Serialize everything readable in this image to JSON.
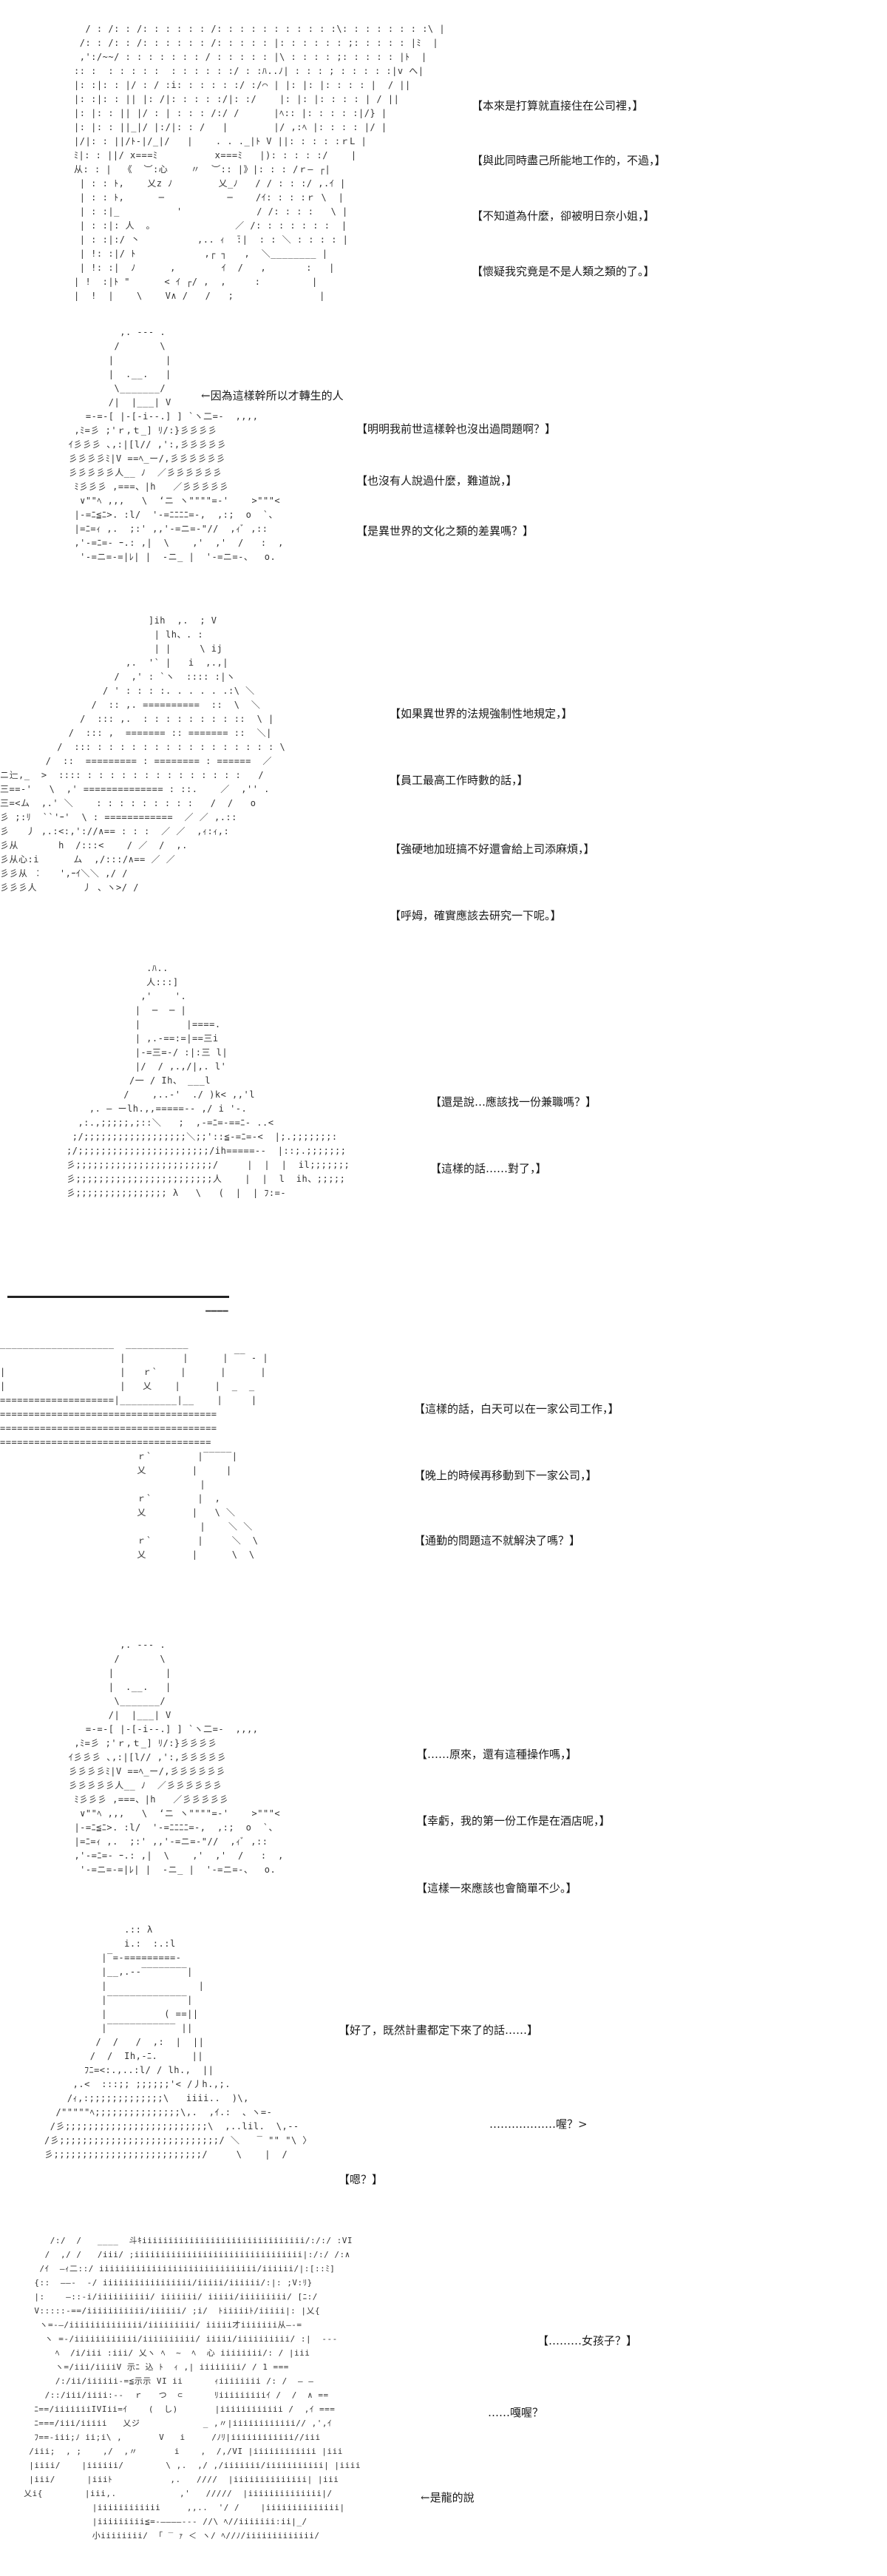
{
  "panels": [
    {
      "art": [
        "  / : /: : /: : : : : : /: : : : : : : : : : :\\: : : : : : : :\\ |",
        " /: : /: : /: : : : : : /: : : : : |: : : : : : ;: : : : : |ﾐ  |",
        " ,':/~~/ : : : : : : : / : : : : : |\\ : : : : ;: : : : : |ﾄ  |",
        ":: :  : : : : :  : : : : : :/ : :ﾊ..ﾉ| : : : ; : : : : :|v へ|",
        "|: :|: : |/ : / :i: : : : : :/ :/⌒ | |: |: |: : : : |  / ||",
        "|: :|: : || |: /|: : : : :/|: :/    |: |: |: : : : | / ||",
        "|: |: : || |/ : | : : : /:/ /      |ﾍ:: |: : : : :|/} |",
        "|: |: : ||_|/ |:/|: : /   |        |/ ,:ﾍ |: : : : |/ |",
        "|/|: : ||/ﾄ-|/_|/   |    . . ._|ﾄ V ||: : : : :ｒL |",
        "ﾐ|: : ||/ x===ﾐ          x===ﾐ   |): : : : :/    |",
        "从: : |  《  ︶:心    〃  ︶:: |》|: : : /ｒ― ┌|",
        " | : : ﾄ,    乂z ﾉ        乂_ﾉ   / / : : :/ ,.ｲ |",
        " | : : ﾄ,      ─           ─    /ｲ: : : :ｒ \\  |",
        " | : :|_          '             / /: : : :   \\ |",
        " | : :|: 人  。              ／ /: : : : : : :  |",
        " | : :|:/ 丶          ,.. ｨ  ̄:|  : : ＼ : : : : |",
        " | !: :|/ ﾄ            ,┌ ┐   ,  ＼________ |",
        " | !: :|  ﾉ      ,        ｲ  /   ,       :   |",
        "| !  :|ﾄ \"      < ｲ ┌/ ,  ,     :         |",
        "|  !  |    \\    V∧ /   /   ;               |"
      ],
      "lines": [
        "【本來是打算就直接住在公司裡，】",
        "【與此同時盡己所能地工作的，不過，】",
        "【不知道為什麼，卻被明日奈小姐，】",
        "【懷疑我究竟是不是人類之類的了。】"
      ]
    },
    {
      "art": [
        "          ,. -‐- .",
        "         /       \\",
        "        |         |",
        "        |  .__.   |",
        "         \\_______/",
        "        /|  |___| V",
        "    =-=-[ |-[-i--.] ] `ヽ二=-  ,,,,",
        "  ,ﾐ=彡 ;'ｒ,ｔ_] ﾘ/:}彡彡彡彡",
        " ｲ彡彡彡 ､,:|[l// ,':,彡彡彡彡彡",
        " 彡彡彡彡ﾐ|V ==ﾍ_ー/,彡彡彡彡彡彡",
        " 彡彡彡彡彡人__ ﾉ  ／彡彡彡彡彡彡",
        "  ﾐ彡彡彡 ,===、|h   ／彡彡彡彡彡",
        "   ∨\"\"ﾍ ,,,   \\  ‘ニ ヽ\"\"\"\"=-'    >\"\"\"<",
        "  |-=ﾆ≦ﾆ>. :l/  '-=ﾆﾆﾆﾆ=-,  ,:;  o  `、",
        "  |=ﾆ=ｨ ,.  ;:' ,,'-=ニ=-\"//  ,ｨﾞ ,::",
        "  ,'-=ﾆ=- ｰ.: ,|  \\    ,'  ,'  /   :  ,",
        "   '-=ニ=-=|ﾚ| |  -ニ_ |  '-=ニ=-、  o."
      ],
      "note": "←因為這樣幹所以才轉生的人",
      "lines": [
        "【明明我前世這樣幹也沒出過問題啊？】",
        "【也沒有人說過什麼，難道說，】",
        "【是異世界的文化之類的差異嗎？】"
      ]
    },
    {
      "art": [
        "                          ]ih  ,.  ; V",
        "                           | lh、. :",
        "                           | |     \\ ij",
        "                      ,.  '` |   i  ,.,|",
        "                    /  ,' : `ヽ  :::: :|ヽ",
        "                  / ' : : : :. . . . . .:\\ ＼",
        "                /  :: ,. ==========  ::  \\  ＼",
        "              /  ::: ,.  : : : : : : : : ::  \\ |",
        "            /  ::: ,  ======= :: ======= ::  ＼|",
        "          /  ::: : : : : : : : : : : : : : : : : \\",
        "        /  ::  ========= : ======== : ======  ／",
        "ニ辷,_  >  :::: : : : : : : : : : : : : : :   /",
        "三==-'   \\  ,' ============== : ::.    ／  ,'' .",
        "三=<ム  ,.' ＼    : : : : : : : : :   /  /   o",
        "彡 ;:ﾘ  ``'ｰ'  \\ : ============  ／ ／ ,.::",
        "彡   丿 ,.:<:,'://∧== : : :  ／ ／  ,ｨ:ｨ,:",
        "彡从       h  /:::<    / ／  /  ,.",
        "彡从心:i      ム  ,/:::/∧== ／ ／",
        "彡彡从 ︰   ',ｰｲ＼＼ ,/ /",
        "彡彡彡人        丿 、ヽ>/ /"
      ],
      "lines": [
        "【如果異世界的法規強制性地規定，】",
        "【員工最高工作時數的話，】",
        "【強硬地加班搞不好還會給上司添麻煩，】",
        "【呼姆，確實應該去研究一下呢。】"
      ]
    },
    {
      "art": [
        "              .ﾊ..",
        "              人:::]",
        "             ,'    '.",
        "            |  ─  ─ |",
        "            |        |====.",
        "            | ,.-==:=|==三i",
        "            |-=三=-/ :|:三 l|",
        "            |/  / ,.,/|,. l'",
        "           /一 / Ih、 ___l",
        "          /    ,..-'  ./ )k< ,,'l",
        "    ,. ― ーlh.,,=====-- ,/ i '-.",
        "  ,:.,;;;;;,;::＼   ;  ,-=ﾆ=-==ﾆ‐ ..<",
        " ;/;;;;;;;;;;;;;;;;;;＼;;'::≦-=ﾆ=-<  |;.;;;;;;;:",
        ";/;;;;;;;;;;;;;;;;;;;;;;;/ih=====--  |::;.;;;;;;;",
        "彡;;;;;;;;;;;;;;;;;;;;;;;;/     |  |  |  il;;;;;;;",
        "彡;;;;;;;;;;;;;;;;;;;;;;;;人    |  |  l  ih、;;;;;",
        "彡;;;;;;;;;;;;;;;; λ   \\   (  |  | ﾌ:=-"
      ],
      "lines": [
        "【還是說…應該找一份兼職嗎？】",
        "【這樣的話……對了，】"
      ]
    },
    {
      "art": [
        "                                    ▔▔▔▔",
        "",
        "____________________  ___________",
        "                     |          |      | ‾‾ - |",
        "|                    |   ｒ`    |      |      |",
        "|                    |   乂    |      |  _  _",
        "====================|__________|__    |     |",
        "======================================",
        "======================================",
        "=====================================",
        "                        ｒ`        |‾‾‾‾‾|",
        "                        乂        |     |",
        "                                   |",
        "                        ｒ`        |  ,",
        "                        乂        |   \\ ＼",
        "                                   |    ＼ ＼",
        "                        ｒ`        |     ＼  \\",
        "                        乂        |      \\  \\"
      ],
      "lines": [
        "【這樣的話，白天可以在一家公司工作，】",
        "【晚上的時候再移動到下一家公司，】",
        "【通勤的問題這不就解決了嗎？】"
      ]
    },
    {
      "art": [
        "          ,. -‐- .",
        "         /       \\",
        "        |         |",
        "        |  .__.   |",
        "         \\_______/",
        "        /|  |___| V",
        "    =-=-[ |-[-i--.] ] `ヽ二=-  ,,,,",
        "  ,ﾐ=彡 ;'ｒ,ｔ_] ﾘ/:}彡彡彡彡",
        " ｲ彡彡彡 ､,:|[l// ,':,彡彡彡彡彡",
        " 彡彡彡彡ﾐ|V ==ﾍ_ー/,彡彡彡彡彡彡",
        " 彡彡彡彡彡人__ ﾉ  ／彡彡彡彡彡彡",
        "  ﾐ彡彡彡 ,===、|h   ／彡彡彡彡彡",
        "   ∨\"\"ﾍ ,,,   \\  ‘ニ ヽ\"\"\"\"=-'    >\"\"\"<",
        "  |-=ﾆ≦ﾆ>. :l/  '-=ﾆﾆﾆﾆ=-,  ,:;  o  `、",
        "  |=ﾆ=ｨ ,.  ;:' ,,'-=ニ=-\"//  ,ｨﾞ ,::",
        "  ,'-=ﾆ=- ｰ.: ,|  \\    ,'  ,'  /   :  ,",
        "   '-=ニ=-=|ﾚ| |  -ニ_ |  '-=ニ=-、  o."
      ],
      "lines": [
        "【……原來，還有這種操作嗎，】",
        "【幸虧，我的第一份工作是在酒店呢，】",
        "【這樣一來應該也會簡單不少。】"
      ]
    },
    {
      "art": [
        "              .:: λ",
        "              i.:  :.:l",
        "          |‾=-=========-",
        "          |__,.--‾‾‾‾‾‾‾‾|",
        "          |                |",
        "          |‾‾‾‾‾‾‾‾‾‾‾‾‾‾|",
        "          |          ( ==||",
        "          |‾‾‾‾‾‾‾‾‾‾‾‾ ||",
        "         /  /   /  ,:  |  ||",
        "        /  /  Ih,-ﾆ.      ||",
        "       ﾌﾆ=<:.,..:l/ / lh.,  ||",
        "     ,.<  :::;; ;;;;;;'< /丿h.,;.",
        "    /ｨ,:;;;;;;;;;;;;;\\   iiii..  )\\,",
        "  /\"\"\"\"\"ﾍ;;;;;;;;;;;;;;;\\,.  ,ｲ.:  、ヽ=-",
        " /彡;;;;;;;;;;;;;;;;;;;;;;;;;\\  ,..lil.  \\,--",
        "/彡;;;;;;;;;;;;;;;;;;;;;;;;;;;;/ ＼   ‾ \"\" \"\\ 〉",
        "彡;;;;;;;;;;;;;;;;;;;;;;;;;;/     \\    |  /"
      ],
      "lines": [
        "【好了，既然計畫都定下來了的話……】",
        "………………喔？>",
        "【嗯？】"
      ]
    },
    {
      "art": [
        "      /:/  /   ____  斗ｷiiiiiiiiiiiiiiiiiiiiiiiiiiiiiii/:/:/ :VI",
        "     /  ,/ /   /iii/ ;iiiiiiiiiiiiiiiiiiiiiiiiiiiiiiii|:/:/ /:∧",
        "    /ｲ  ―ｨ二::/ iiiiiiiiiiiiiiiiiiiiiiiiiiiiii/iiiiii/|:[::ﾐ]",
        "   {::  ――‐  -/ iiiiiiiiiiiiiiiii/iiiii/iiiiii/:|: ;V:ﾘ}",
        "   |:    ―::-i/iiiiiiiiii/ iiiiiii/ iiiii/iiiiiiiii/ [ﾆ:/",
        "   V:::::-==/iiiiiiiiiii/iiiiii/ ;i/  ﾄiiiiiﾄ/iiiii|: |乂{",
        "    ヽ=-―/iiiiiiiiiiiiii/iiiiiiiii/ iiiii才iiiiiii从―-=",
        "     ヽ =-/iiiiiiiiiiii/iiiiiiiiii/ iiiii/iiiiiiiiii/ :|  ---",
        "       ﾍ  /i/iii :iii/ 乂ヽ ﾍ  ~  ﾍ  心 iiiiiiii/: / |iii",
        "       ヽ=/iii/iiiiV 示ﾆ 込 ﾄ  ｨ ,| iiiiiiii/ / 1 ===",
        "       /:/ii/iiiiii-=≦示示 VI ii      ｨiiiiiiii /: /  ― ―",
        "     /::/iii/iiii:--  ｒ   つ  ⊂      ﾘiiiiiiiiiｲ /  /  ∧ ==",
        "   ﾆ==/iiiiiiiIVIii=ｲ    (  し)       |iiiiiiiiiiii /  ,ｲ ===",
        "   ﾆ===/iii/iiiii   乂ジ            _ ,〃|iiiiiiiiiiii// ,',ｲ",
        "   ﾌ==-iii;ﾉ ii;i\\ ,       V   i     /ﾉﾘ|iiiiiiiiiiii//iii",
        "  /iii;  , ;    ,/  ,〃       i    ,  /,/VI |iiiiiiiiiiii |iii",
        "  |iiii/    |iiiiii/        \\ ,.  ,/ ,/iiiiiii/iiiiiiiiiii| |iiii",
        "  |iii/      |iiiﾄ           ,.   ////  |iiiiiiiiiiiiii| |iii",
        " 乂i{        |iii,.            ,'   /////  |iiiiiiiiiiiiii|/",
        "              |iiiiiiiiiiii     ,,..  '/ /    |iiiiiiiiiiiiii|",
        "              |iiiiiiiii≦=-――――--- //\\ ﾍ//iiiiiii:ii|_/",
        "              小iiiiiiii/  ｢ ‾ ｧ ＜ ヽ/ ﾍ//ﾉ/iiiiiiiiiiiii/"
      ],
      "lines": [
        "【………女孩子？】",
        "……嘎喔？"
      ],
      "note": "←是龍的說"
    }
  ]
}
